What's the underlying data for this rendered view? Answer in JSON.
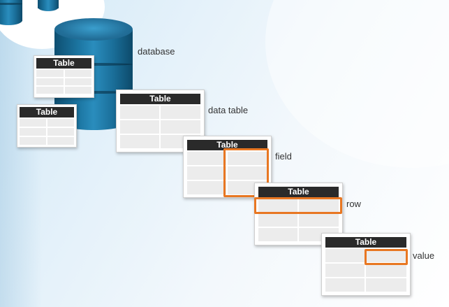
{
  "labels": {
    "database": "database",
    "data_table": "data table",
    "field": "field",
    "row": "row",
    "value": "value"
  },
  "table_header": "Table",
  "colors": {
    "database_blue": "#1b74a0",
    "header_dark": "#2a2a2a",
    "highlight_orange": "#e87722",
    "cell_gray": "#ececec"
  }
}
